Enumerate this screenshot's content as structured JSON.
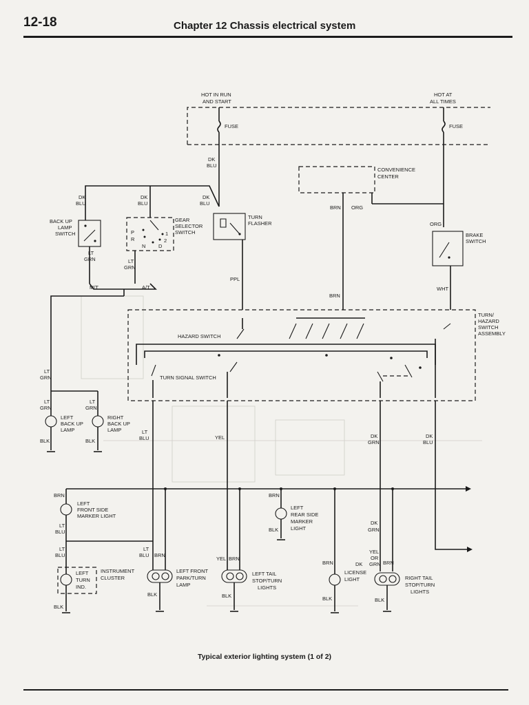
{
  "header": {
    "page_number": "12-18",
    "chapter_title": "Chapter 12   Chassis electrical system"
  },
  "caption": "Typical exterior lighting system (1 of 2)",
  "labels": {
    "hot_run_1": "HOT IN RUN",
    "hot_run_2": "AND START",
    "hot_all_1": "HOT AT",
    "hot_all_2": "ALL TIMES",
    "fuse_left": "FUSE",
    "fuse_right": "FUSE",
    "wire_dkblu_top_1": "DK",
    "wire_dkblu_top_2": "BLU",
    "convenience_1": "CONVENIENCE",
    "convenience_2": "CENTER",
    "wire_dkblu_a_1": "DK",
    "wire_dkblu_a_2": "BLU",
    "wire_dkblu_b_1": "DK",
    "wire_dkblu_b_2": "BLU",
    "wire_dkblu_c_1": "DK",
    "wire_dkblu_c_2": "BLU",
    "wire_brn_top": "BRN",
    "wire_org_top": "ORG",
    "wire_org_brake": "ORG",
    "backup_switch_1": "BACK UP",
    "backup_switch_2": "LAMP",
    "backup_switch_3": "SWITCH",
    "gear_selector_1": "GEAR",
    "gear_selector_2": "SELECTOR",
    "gear_selector_3": "SWITCH",
    "gear_p": "P",
    "gear_r": "R",
    "gear_n": "N",
    "gear_d": "D",
    "gear_1": "1",
    "gear_2": "2",
    "turn_flasher_1": "TURN",
    "turn_flasher_2": "FLASHER",
    "brake_switch_1": "BRAKE",
    "brake_switch_2": "SWITCH",
    "wire_ltgrn_a_1": "LT",
    "wire_ltgrn_a_2": "GRN",
    "wire_ltgrn_b_1": "LT",
    "wire_ltgrn_b_2": "GRN",
    "mt": "M/T",
    "at": "A/T",
    "wire_ppl": "PPL",
    "wire_brn_mid": "BRN",
    "wire_wht": "WHT",
    "turn_hazard_1": "TURN/",
    "turn_hazard_2": "HAZARD",
    "turn_hazard_3": "SWITCH",
    "turn_hazard_4": "ASSEMBLY",
    "hazard_switch": "HAZARD SWITCH",
    "turn_signal_switch": "TURN SIGNAL SWITCH",
    "wire_ltgrn_c_1": "LT",
    "wire_ltgrn_c_2": "GRN",
    "wire_ltgrn_d_1": "LT",
    "wire_ltgrn_d_2": "GRN",
    "wire_ltgrn_e_1": "LT",
    "wire_ltgrn_e_2": "GRN",
    "left_backup_1": "LEFT",
    "left_backup_2": "BACK UP",
    "left_backup_3": "LAMP",
    "right_backup_1": "RIGHT",
    "right_backup_2": "BACK UP",
    "right_backup_3": "LAMP",
    "blk_a": "BLK",
    "blk_b": "BLK",
    "wire_ltblu_mid_1": "LT",
    "wire_ltblu_mid_2": "BLU",
    "wire_yel_mid": "YEL",
    "wire_dkgrn_mid_1": "DK",
    "wire_dkgrn_mid_2": "GRN",
    "wire_dkblu_mid_1": "DK",
    "wire_dkblu_mid_2": "BLU",
    "wire_brn_a": "BRN",
    "left_front_side_1": "LEFT",
    "left_front_side_2": "FRONT SIDE",
    "left_front_side_3": "MARKER LIGHT",
    "wire_ltblu_a_1": "LT",
    "wire_ltblu_a_2": "BLU",
    "wire_ltblu_b_1": "LT",
    "wire_ltblu_b_2": "BLU",
    "wire_brn_b": "BRN",
    "left_rear_side_1": "LEFT",
    "left_rear_side_2": "REAR SIDE",
    "left_rear_side_3": "MARKER",
    "left_rear_side_4": "LIGHT",
    "blk_c": "BLK",
    "wire_dkgrn_b_1": "DK",
    "wire_dkgrn_b_2": "GRN",
    "left_turn_ind_1": "LEFT",
    "left_turn_ind_2": "TURN",
    "left_turn_ind_3": "IND.",
    "instrument_cluster_1": "INSTRUMENT",
    "instrument_cluster_2": "CLUSTER",
    "blk_d": "BLK",
    "wire_ltblu_c_1": "LT",
    "wire_ltblu_c_2": "BLU",
    "wire_brn_c": "BRN",
    "left_front_park_1": "LEFT FRONT",
    "left_front_park_2": "PARK/TURN",
    "left_front_park_3": "LAMP",
    "blk_e": "BLK",
    "wire_yel_b": "YEL",
    "wire_brn_d": "BRN",
    "left_tail_1": "LEFT TAIL",
    "left_tail_2": "STOP/TURN",
    "left_tail_3": "LIGHTS",
    "blk_f": "BLK",
    "wire_brn_e": "BRN",
    "license_1": "LICENSE",
    "license_2": "LIGHT",
    "blk_g": "BLK",
    "wire_yel_or_1": "YEL",
    "wire_yel_or_2": "OR",
    "wire_yel_or_3": "GRN",
    "wire_dk_label": "DK",
    "wire_brn_f": "BRN",
    "right_tail_1": "RIGHT TAIL",
    "right_tail_2": "STOP/TURN",
    "right_tail_3": "LIGHTS",
    "blk_h": "BLK"
  }
}
